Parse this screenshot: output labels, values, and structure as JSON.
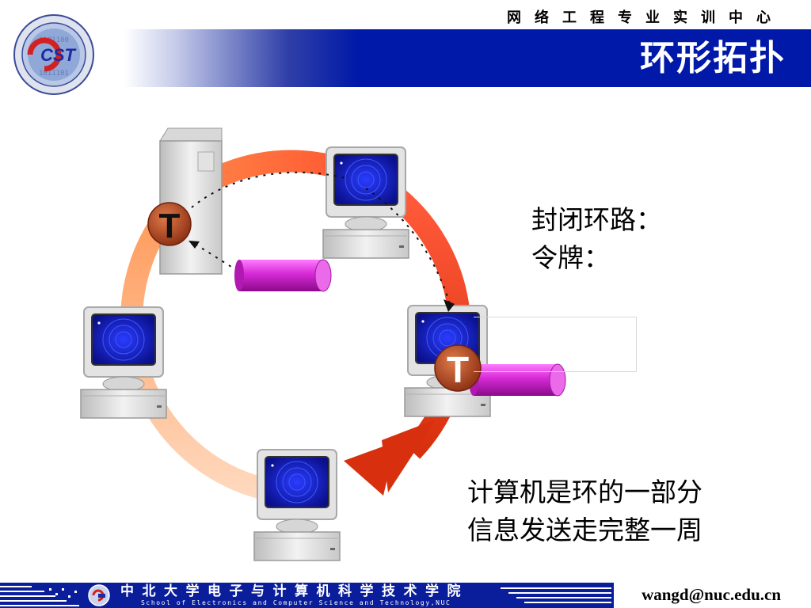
{
  "header": {
    "center_name": "网络工程专业实训中心",
    "slide_title": "环形拓扑",
    "logo_lettering": "CST"
  },
  "bullets": {
    "ring_closed": "封闭环路：",
    "token": "令牌：",
    "computer_part": "计算机是环的一部分",
    "full_circle": "信息发送走完整一周"
  },
  "diagram": {
    "token_label": "T",
    "ring_colors": [
      "#ff6a2a",
      "#ffc9a8",
      "#dd3a14"
    ],
    "token_color": "#b9461f",
    "packet_color": "#d52ad5",
    "nodes": [
      "server",
      "computer-top",
      "computer-right",
      "computer-bottom",
      "computer-left"
    ]
  },
  "footer": {
    "university_name": "中北大学电子与计算机科学技术学院",
    "university_name_en": "School of Electronics and Computer Science and Technology,NUC",
    "email": "wangd@nuc.edu.cn"
  },
  "colors": {
    "header_blue": "#0019a8",
    "footer_blue": "#0a1e9c"
  }
}
